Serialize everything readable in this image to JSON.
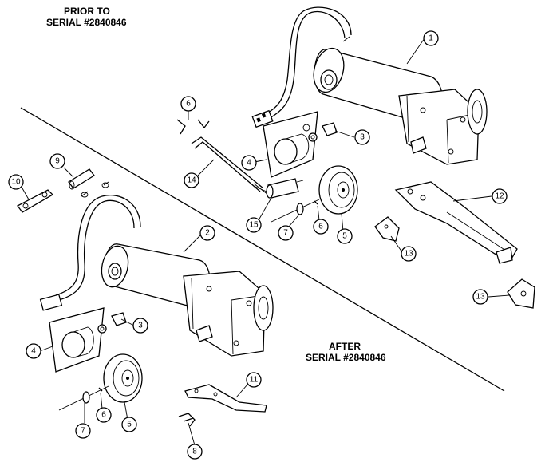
{
  "captions": {
    "prior_line1": "PRIOR TO",
    "prior_line2": "SERIAL #2840846",
    "after_line1": "AFTER",
    "after_line2": "SERIAL #2840846"
  },
  "callouts": {
    "c1": "1",
    "c2": "2",
    "c3a": "3",
    "c3b": "3",
    "c4a": "4",
    "c4b": "4",
    "c5a": "5",
    "c5b": "5",
    "c6a": "6",
    "c6b": "6",
    "c6c": "6",
    "c7a": "7",
    "c7b": "7",
    "c8": "8",
    "c9": "9",
    "c10": "10",
    "c11": "11",
    "c12": "12",
    "c13a": "13",
    "c13b": "13",
    "c14": "14",
    "c15": "15"
  }
}
